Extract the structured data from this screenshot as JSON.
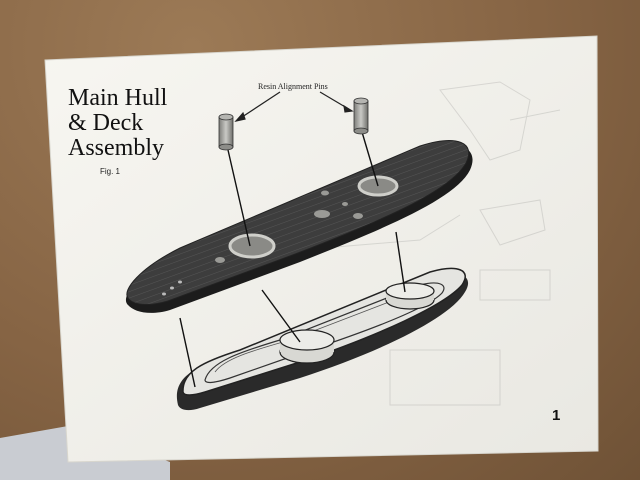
{
  "diagram": {
    "title_lines": [
      "Main Hull",
      "& Deck",
      "Assembly"
    ],
    "figure_label": "Fig. 1",
    "callout": "Resin Alignment Pins",
    "page_number": "1"
  },
  "colors": {
    "paper": "#f4f3ee",
    "deck": "#3c3c3c",
    "hull_fill": "#e4e4e0",
    "pin": "#9a9a96",
    "table": "#866444"
  },
  "parts": [
    "resin-alignment-pin",
    "deck-piece",
    "lower-hull",
    "mounting-post"
  ]
}
